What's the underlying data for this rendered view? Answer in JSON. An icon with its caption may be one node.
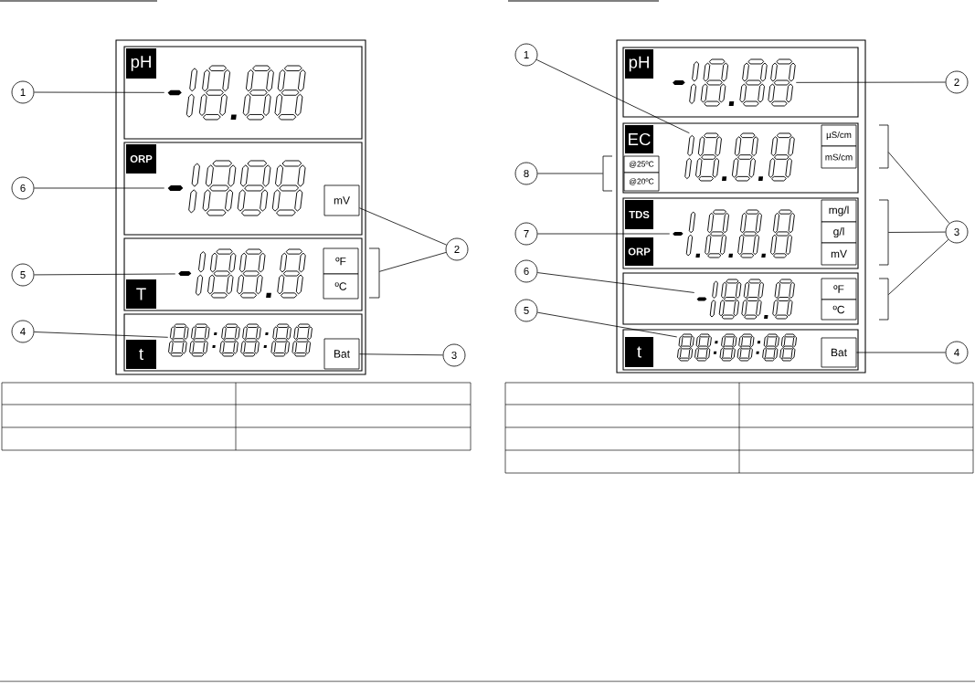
{
  "diagram": {
    "nodes": [
      {
        "text": [
          "pH"
        ]
      },
      {
        "text": [
          "1"
        ]
      },
      {
        "text": [],
        "shape": "display"
      },
      {
        "text": [
          "ORP"
        ]
      },
      {
        "text": [
          "6"
        ]
      },
      {
        "text": [],
        "shape": "display"
      },
      {
        "text": [
          "mV"
        ]
      },
      {
        "text": [
          "2"
        ]
      },
      {
        "text": [
          "5"
        ]
      },
      {
        "text": [],
        "shape": "display"
      },
      {
        "text": [
          "ºF"
        ]
      },
      {
        "text": [
          "ºC"
        ]
      },
      {
        "text": [],
        "shape": "bracket"
      },
      {
        "text": [
          "T"
        ]
      },
      {
        "text": [
          "4"
        ]
      },
      {
        "text": [],
        "shape": "display"
      },
      {
        "text": [
          "t"
        ]
      },
      {
        "text": [
          "Bat"
        ]
      },
      {
        "text": [
          "3"
        ]
      },
      {
        "text": [
          "1"
        ]
      },
      {
        "text": [
          "pH"
        ]
      },
      {
        "text": [],
        "shape": "display"
      },
      {
        "text": [
          "2"
        ]
      },
      {
        "text": [
          "EC"
        ]
      },
      {
        "text": [],
        "shape": "display"
      },
      {
        "text": [
          "µS/cm"
        ]
      },
      {
        "text": [
          "mS/cm"
        ]
      },
      {
        "text": [],
        "shape": "bracket"
      },
      {
        "text": [
          "8"
        ]
      },
      {
        "text": [],
        "shape": "bracket"
      },
      {
        "text": [
          "@25ºC"
        ]
      },
      {
        "text": [
          "@20ºC"
        ]
      },
      {
        "text": [
          "TDS"
        ]
      },
      {
        "text": [
          "7"
        ]
      },
      {
        "text": [],
        "shape": "display"
      },
      {
        "text": [
          "mg/l"
        ]
      },
      {
        "text": [
          "g/l"
        ]
      },
      {
        "text": [
          "mV"
        ]
      },
      {
        "text": [],
        "shape": "bracket"
      },
      {
        "text": [
          "3"
        ]
      },
      {
        "text": [
          "ORP"
        ]
      },
      {
        "text": [
          "6"
        ]
      },
      {
        "text": [],
        "shape": "display"
      },
      {
        "text": [
          "ºF"
        ]
      },
      {
        "text": [
          "ºC"
        ]
      },
      {
        "text": [],
        "shape": "bracket"
      },
      {
        "text": [
          "5"
        ]
      },
      {
        "text": [
          "t"
        ]
      },
      {
        "text": [],
        "shape": "display"
      },
      {
        "text": [
          "Bat"
        ]
      },
      {
        "text": [
          "4"
        ]
      }
    ],
    "edges": [
      {
        "from": 1,
        "to": 2,
        "arrow": "none"
      },
      {
        "from": 4,
        "to": 5,
        "arrow": "none"
      },
      {
        "from": 7,
        "to": 6,
        "arrow": "none"
      },
      {
        "from": 7,
        "to": 12,
        "arrow": "none"
      },
      {
        "from": 8,
        "to": 9,
        "arrow": "none"
      },
      {
        "from": 14,
        "to": 15,
        "arrow": "none"
      },
      {
        "from": 18,
        "to": 17,
        "arrow": "none"
      },
      {
        "from": 19,
        "to": 24,
        "arrow": "none"
      },
      {
        "from": 22,
        "to": 21,
        "arrow": "none"
      },
      {
        "from": 28,
        "to": 29,
        "arrow": "none"
      },
      {
        "from": 33,
        "to": 34,
        "arrow": "none"
      },
      {
        "from": 39,
        "to": 27,
        "arrow": "none"
      },
      {
        "from": 39,
        "to": 38,
        "arrow": "none"
      },
      {
        "from": 39,
        "to": 45,
        "arrow": "none"
      },
      {
        "from": 41,
        "to": 42,
        "arrow": "none"
      },
      {
        "from": 46,
        "to": 48,
        "arrow": "none"
      },
      {
        "from": 50,
        "to": 49,
        "arrow": "none"
      }
    ]
  }
}
